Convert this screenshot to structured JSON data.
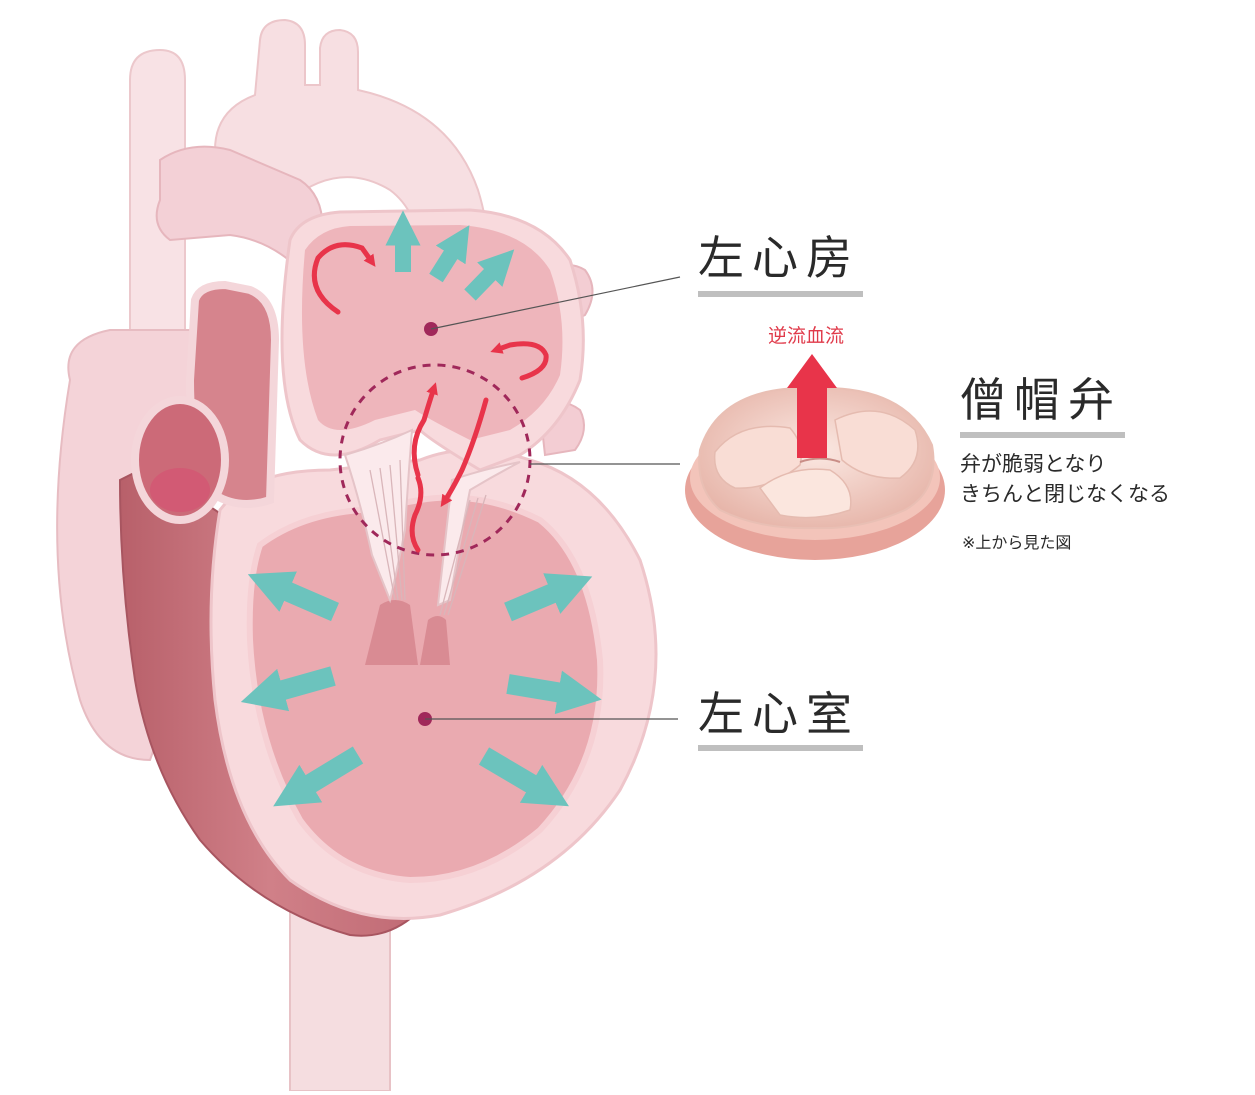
{
  "labels": {
    "left_atrium": "左心房",
    "left_ventricle": "左心室",
    "mitral_valve": "僧帽弁",
    "regurgitation": "逆流血流",
    "valve_description_line1": "弁が脆弱となり",
    "valve_description_line2": "きちんと閉じなくなる",
    "note": "※上から見た図"
  },
  "colors": {
    "red_arrow": "#e8344a",
    "teal_arrow": "#6cc3bd",
    "dashed_circle": "#a0285a",
    "heart_wall": "#f6d5d8",
    "muscle": "#c8707a",
    "label_underline": "#bfbfbf"
  }
}
